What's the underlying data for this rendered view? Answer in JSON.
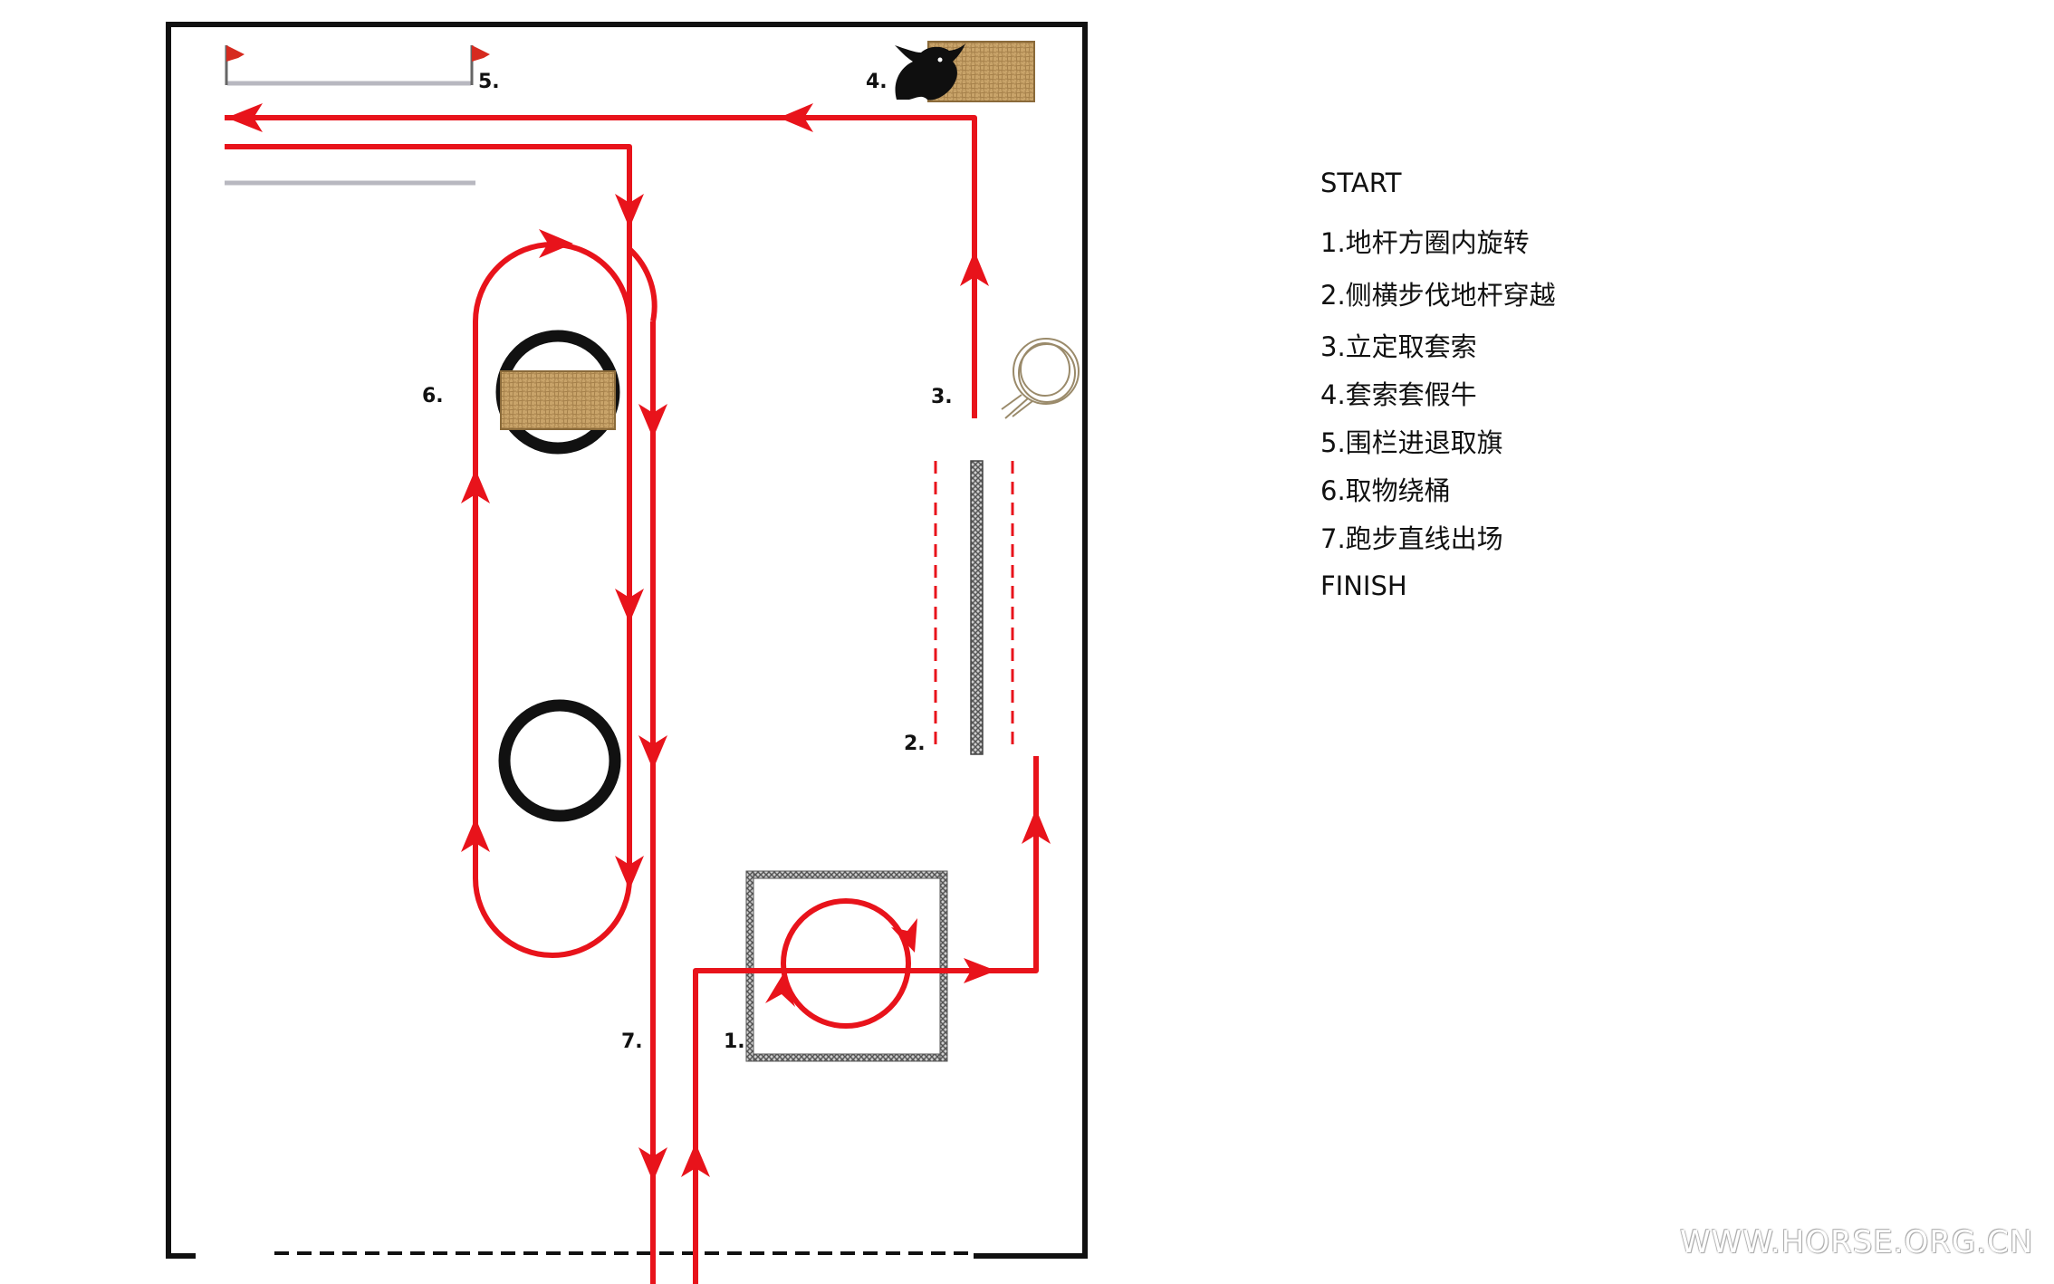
{
  "diagram": {
    "station_labels": {
      "s1": "1.",
      "s2": "2.",
      "s3": "3.",
      "s4": "4.",
      "s5": "5.",
      "s6": "6.",
      "s7": "7."
    },
    "legend": {
      "start": "START",
      "items": [
        "1.地杆方圈内旋转",
        "2.侧横步伐地杆穿越",
        "3.立定取套索",
        "4.套索套假牛",
        "5.围栏进退取旗",
        "6.取物绕桶",
        "7.跑步直线出场"
      ],
      "finish": "FINISH"
    },
    "watermark": "WWW.HORSE.ORG.CN",
    "colors": {
      "path": "#e8131b",
      "fence": "#111111",
      "hay": "#c9a46a",
      "flag": "#d62a1f"
    }
  }
}
